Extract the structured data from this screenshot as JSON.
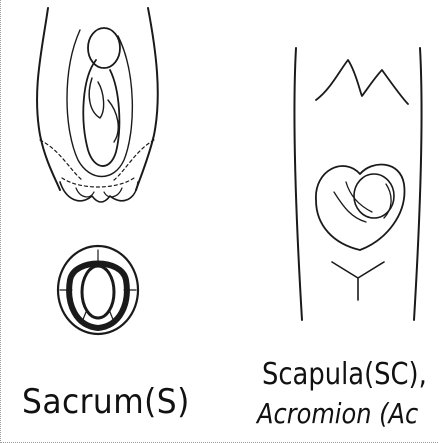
{
  "panels": [
    {
      "id": "sacrum",
      "label": "Sacrum(S)"
    },
    {
      "id": "scapula",
      "label_line1": "Scapula(SC),",
      "label_line2": "Acromion (Ac"
    }
  ]
}
